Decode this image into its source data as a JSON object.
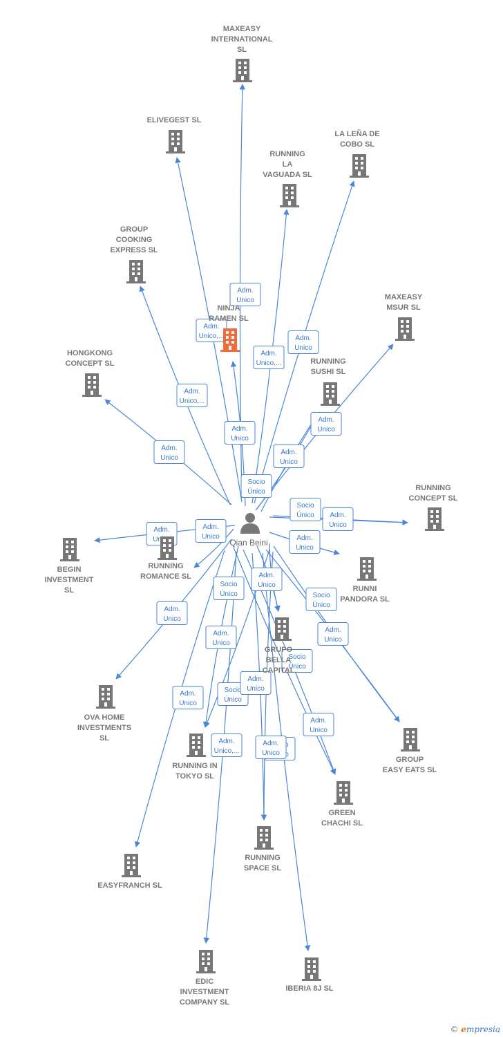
{
  "center": {
    "name": "Qian Beini"
  },
  "nodes": [
    {
      "id": "maxeasy-international",
      "label_lines": [
        "MAXEASY",
        "INTERNATIONAL",
        "SL"
      ],
      "highlight": false
    },
    {
      "id": "elivegest",
      "label_lines": [
        "ELIVEGEST  SL"
      ],
      "highlight": false
    },
    {
      "id": "la-lena-de-cobo",
      "label_lines": [
        "LA LEÑA DE",
        "COBO  SL"
      ],
      "highlight": false
    },
    {
      "id": "running-la-vaguada",
      "label_lines": [
        "RUNNING",
        "LA",
        "VAGUADA  SL"
      ],
      "highlight": false
    },
    {
      "id": "group-cooking-express",
      "label_lines": [
        "GROUP",
        "COOKING",
        "EXPRESS  SL"
      ],
      "highlight": false
    },
    {
      "id": "ninja-ramen",
      "label_lines": [
        "NINJA",
        "RAMEN  SL"
      ],
      "highlight": true
    },
    {
      "id": "maxeasy-msur",
      "label_lines": [
        "MAXEASY",
        "MSUR  SL"
      ],
      "highlight": false
    },
    {
      "id": "hongkong-concept",
      "label_lines": [
        "HONGKONG",
        "CONCEPT  SL"
      ],
      "highlight": false
    },
    {
      "id": "running-sushi",
      "label_lines": [
        "RUNNING",
        "SUSHI  SL"
      ],
      "highlight": false
    },
    {
      "id": "running-concept",
      "label_lines": [
        "RUNNING",
        "CONCEPT  SL"
      ],
      "highlight": false
    },
    {
      "id": "begin-investment",
      "label_lines": [
        "BEGIN",
        "INVESTMENT",
        "SL"
      ],
      "highlight": false
    },
    {
      "id": "running-romance",
      "label_lines": [
        "RUNNING",
        "ROMANCE  SL"
      ],
      "highlight": false
    },
    {
      "id": "runni-pandora",
      "label_lines": [
        "RUNNI",
        "PANDORA  SL"
      ],
      "highlight": false
    },
    {
      "id": "grupo-bella-capital",
      "label_lines": [
        "GRUPO",
        "BELLA",
        "CAPITAL"
      ],
      "highlight": false
    },
    {
      "id": "ova-home-investments",
      "label_lines": [
        "OVA HOME",
        "INVESTMENTS",
        "SL"
      ],
      "highlight": false
    },
    {
      "id": "group-easy-eats",
      "label_lines": [
        "GROUP",
        "EASY EATS SL"
      ],
      "highlight": false
    },
    {
      "id": "running-in-tokyo",
      "label_lines": [
        "RUNNING IN",
        "TOKYO  SL"
      ],
      "highlight": false
    },
    {
      "id": "green-chachi",
      "label_lines": [
        "GREEN",
        "CHACHI  SL"
      ],
      "highlight": false
    },
    {
      "id": "running-space",
      "label_lines": [
        "RUNNING",
        "SPACE  SL"
      ],
      "highlight": false
    },
    {
      "id": "easyfranch",
      "label_lines": [
        "EASYFRANCH SL"
      ],
      "highlight": false
    },
    {
      "id": "edic-investment-company",
      "label_lines": [
        "EDIC",
        "INVESTMENT",
        "COMPANY SL"
      ],
      "highlight": false
    },
    {
      "id": "iberia-8j",
      "label_lines": [
        "IBERIA 8J  SL"
      ],
      "highlight": false
    }
  ],
  "edges": [
    {
      "to": "maxeasy-international",
      "badge": [
        "Adm.",
        "Unico"
      ]
    },
    {
      "to": "elivegest",
      "badge": [
        "Adm.",
        "Unico,..."
      ]
    },
    {
      "to": "la-lena-de-cobo",
      "badge": [
        "Adm.",
        "Unico"
      ]
    },
    {
      "to": "running-la-vaguada",
      "badge": [
        "Adm.",
        "Unico,..."
      ]
    },
    {
      "to": "group-cooking-express",
      "badge": [
        "Adm.",
        "Unico,..."
      ]
    },
    {
      "to": "ninja-ramen",
      "badge": [
        "Adm.",
        "Unico"
      ]
    },
    {
      "to": "maxeasy-msur",
      "badge": [
        "Adm.",
        "Unico"
      ]
    },
    {
      "to": "hongkong-concept",
      "badge": [
        "Adm.",
        "Unico"
      ]
    },
    {
      "to": "running-sushi",
      "badge": [
        "Adm.",
        "Unico"
      ]
    },
    {
      "to": "running-sushi",
      "badge": [
        "Socio",
        "Único"
      ]
    },
    {
      "to": "running-concept",
      "badge": [
        "Adm.",
        "Unico"
      ]
    },
    {
      "to": "running-concept",
      "badge": [
        "Socio",
        "Único"
      ]
    },
    {
      "to": "begin-investment",
      "badge": [
        "Adm.",
        "Unico"
      ]
    },
    {
      "to": "running-romance",
      "badge": [
        "Adm.",
        "Unico"
      ]
    },
    {
      "to": "runni-pandora",
      "badge": [
        "Adm.",
        "Unico"
      ]
    },
    {
      "to": "grupo-bella-capital",
      "badge": [
        "Adm.",
        "Unico"
      ]
    },
    {
      "to": "grupo-bella-capital",
      "badge": [
        "Socio",
        "Único"
      ]
    },
    {
      "to": "ova-home-investments",
      "badge": [
        "Adm.",
        "Unico"
      ]
    },
    {
      "to": "group-easy-eats",
      "badge": [
        "Adm.",
        "Unico"
      ]
    },
    {
      "to": "group-easy-eats",
      "badge": [
        "Socio",
        "Único"
      ]
    },
    {
      "to": "running-in-tokyo",
      "badge": [
        "Adm.",
        "Unico"
      ]
    },
    {
      "to": "running-in-tokyo",
      "badge": [
        "Socio",
        "Único"
      ]
    },
    {
      "to": "green-chachi",
      "badge": [
        "Adm.",
        "Unico"
      ]
    },
    {
      "to": "green-chachi",
      "badge": [
        "Socio",
        "Único"
      ]
    },
    {
      "to": "running-space",
      "badge": [
        "Adm.",
        "Unico"
      ]
    },
    {
      "to": "running-space",
      "badge": [
        "Socio",
        "Único"
      ]
    },
    {
      "to": "easyfranch",
      "badge": [
        "Adm.",
        "Unico"
      ]
    },
    {
      "to": "edic-investment-company",
      "badge": [
        "Adm.",
        "Unico,..."
      ]
    },
    {
      "to": "iberia-8j",
      "badge": [
        "Adm.",
        "Unico"
      ]
    }
  ],
  "footer": {
    "copyright": "©",
    "brand_e": "e",
    "brand_rest": "mpresia"
  },
  "colors": {
    "edge": "#4a86d8",
    "building": "#777777",
    "highlight": "#f26b3a",
    "person": "#777777"
  }
}
